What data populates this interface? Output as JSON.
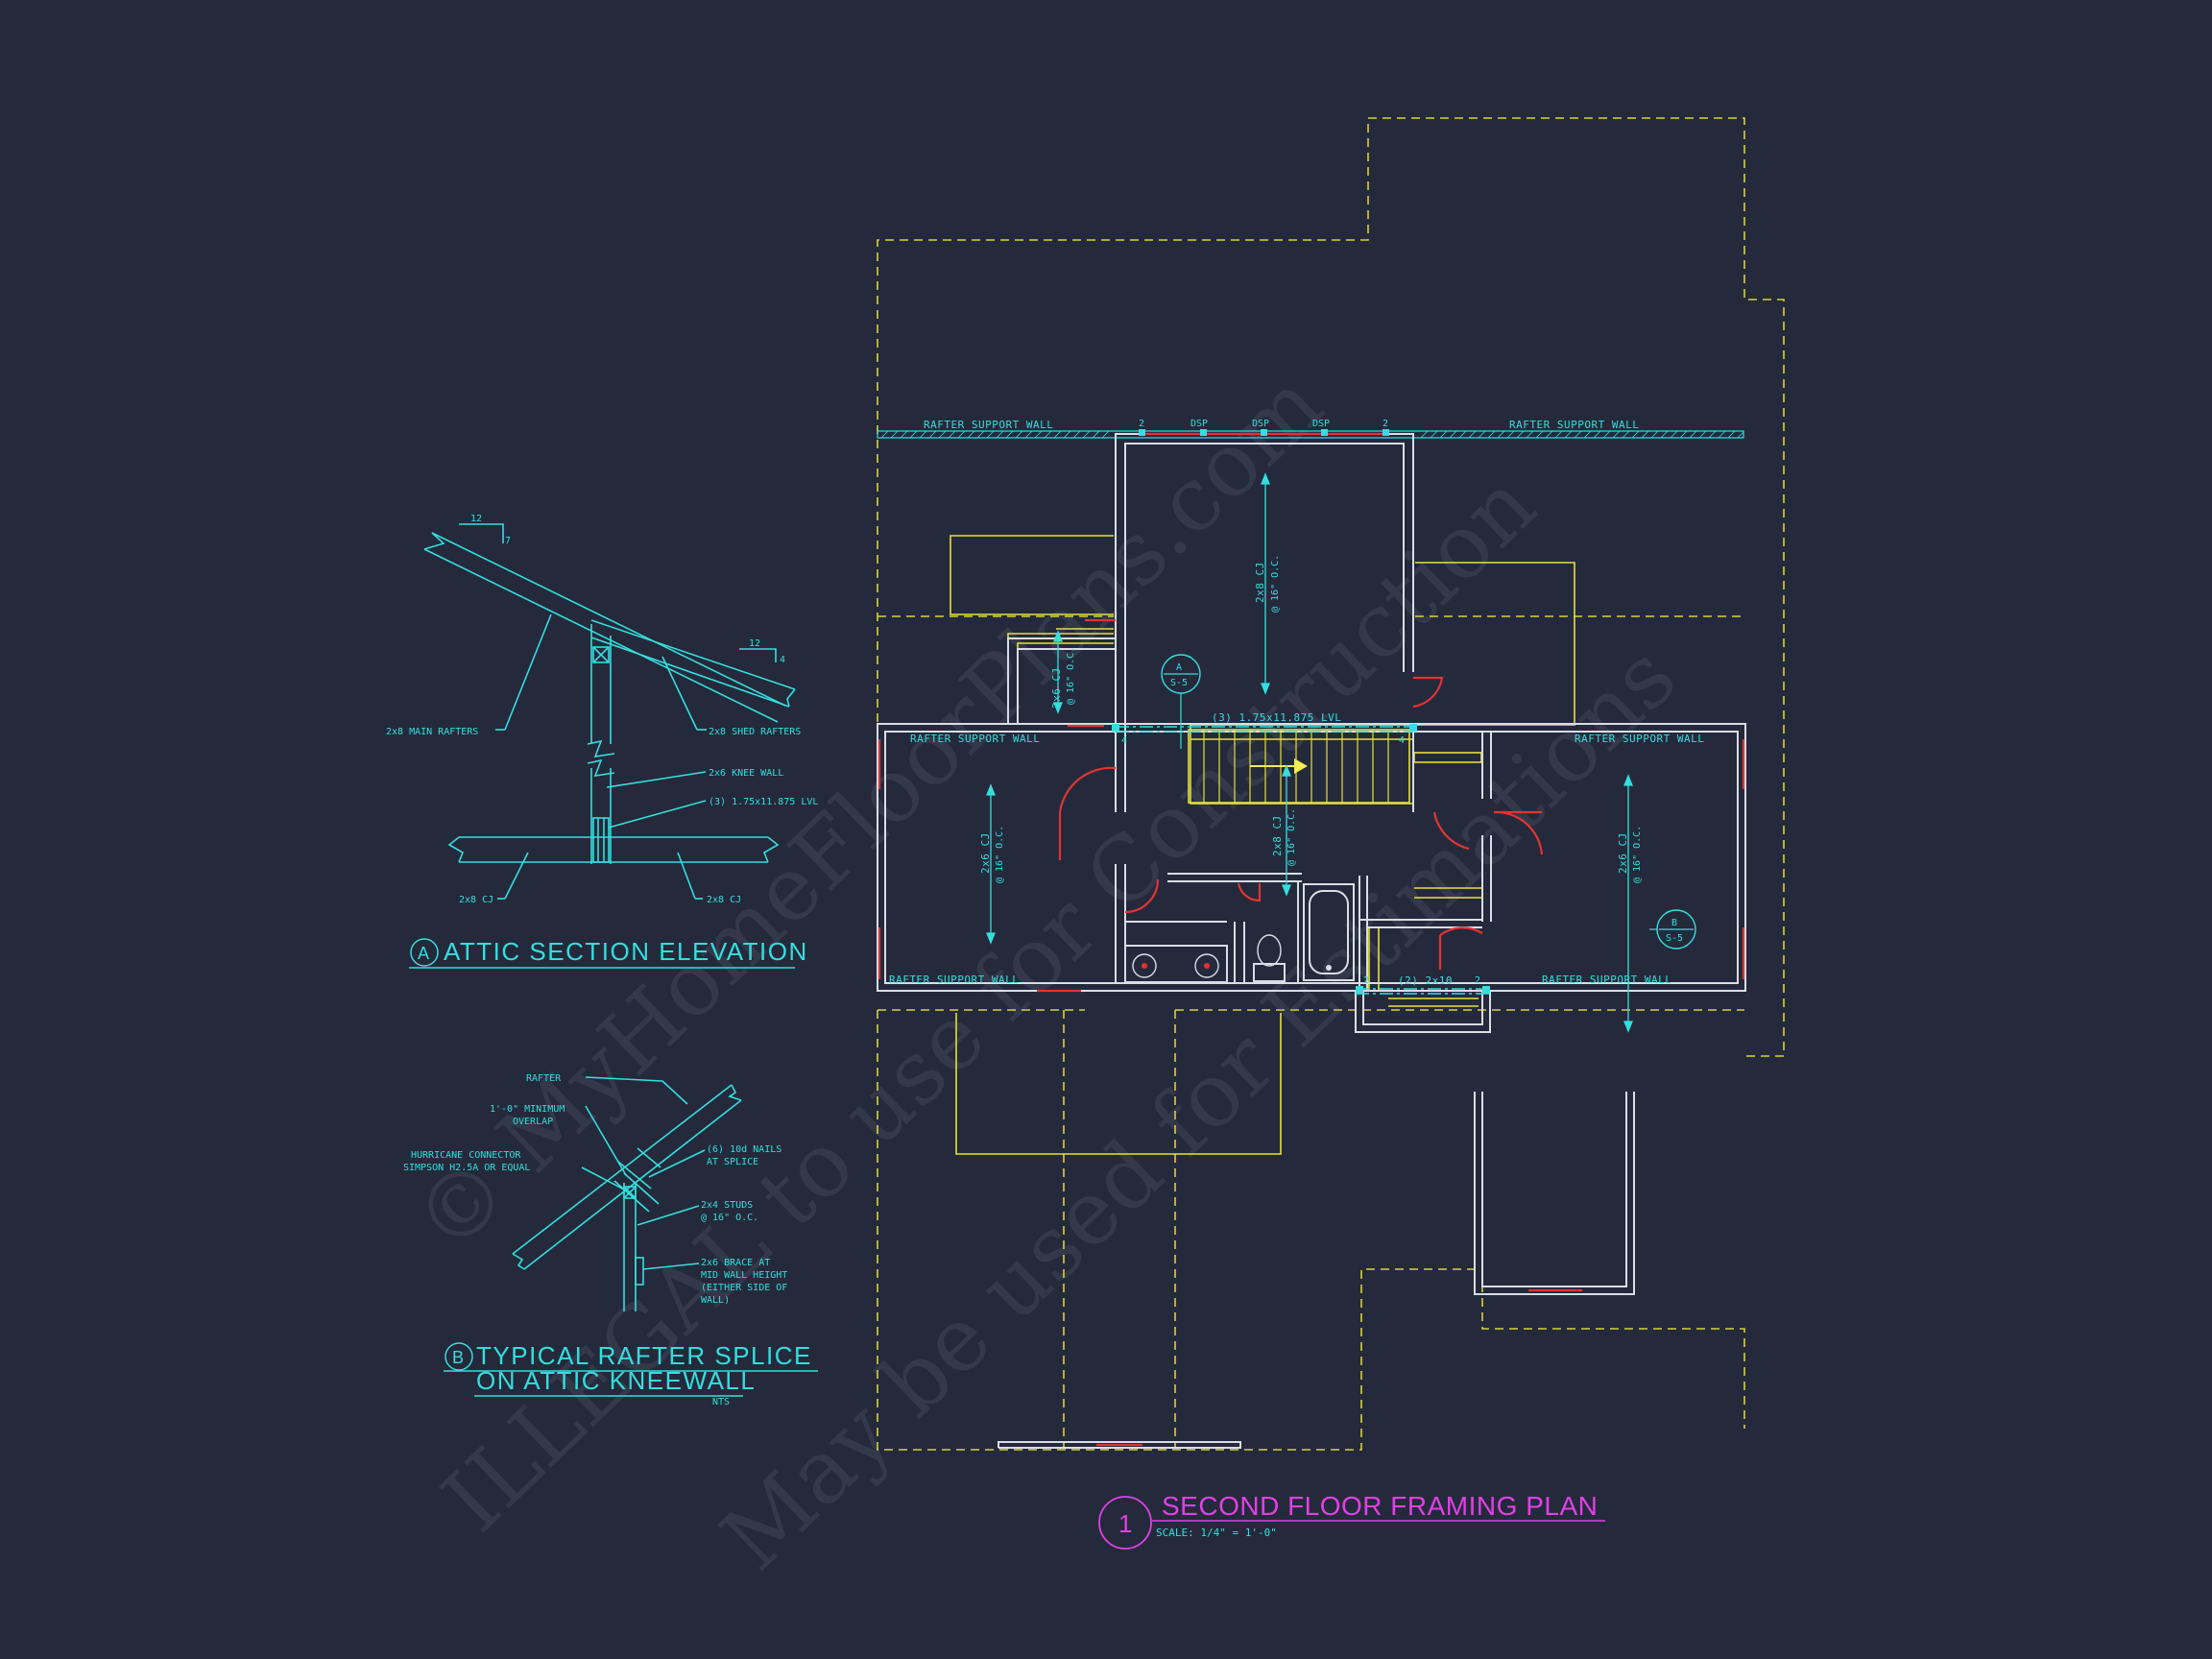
{
  "watermark": {
    "line1": "© MyHomeFloorPlans.com",
    "line2": "ILLEGAL to use for Construction",
    "line3": "May be used for Estimations"
  },
  "plan": {
    "number": "1",
    "title": "SECOND FLOOR FRAMING PLAN",
    "scale": "SCALE: 1/4\" = 1'-0\"",
    "labels": {
      "rsw_top_left": "RAFTER SUPPORT WALL",
      "rsw_top_right": "RAFTER SUPPORT WALL",
      "rsw_mid_left": "RAFTER SUPPORT WALL",
      "rsw_mid_right": "RAFTER SUPPORT WALL",
      "rsw_bot_left": "RAFTER SUPPORT WALL",
      "rsw_bot_right": "RAFTER SUPPORT WALL",
      "dsp": "DSP",
      "post2": "2",
      "post4": "4",
      "cj_2x8": "2x8 CJ",
      "cj_2x6": "2x6 CJ",
      "oc16": "@ 16\" O.C.",
      "lvl": "(3) 1.75x11.875 LVL",
      "header_2x10": "(2) 2x10",
      "tag_a_letter": "A",
      "tag_b_letter": "B",
      "tag_sheet": "S-5"
    }
  },
  "detail_a": {
    "marker": "A",
    "title": "ATTIC SECTION ELEVATION",
    "pitch_12": "12",
    "pitch_7": "7",
    "pitch_4": "4",
    "main_rafters": "2x8 MAIN RAFTERS",
    "shed_rafters": "2x8 SHED RAFTERS",
    "knee_wall": "2x6 KNEE WALL",
    "lvl": "(3) 1.75x11.875 LVL",
    "cj_left": "2x8 CJ",
    "cj_right": "2x8 CJ"
  },
  "detail_b": {
    "marker": "B",
    "title_line1": "TYPICAL RAFTER SPLICE",
    "title_line2": "ON ATTIC KNEEWALL",
    "nts": "NTS",
    "rafter": "RAFTER",
    "overlap_1": "1'-0\" MINIMUM",
    "overlap_2": "OVERLAP",
    "connector_1": "HURRICANE CONNECTOR",
    "connector_2": "SIMPSON H2.5A OR EQUAL",
    "nails_1": "(6) 10d NAILS",
    "nails_2": "AT SPLICE",
    "studs_1": "2x4 STUDS",
    "studs_2": "@ 16\" O.C.",
    "brace_1": "2x6 BRACE AT",
    "brace_2": "MID WALL HEIGHT",
    "brace_3": "(EITHER SIDE OF",
    "brace_4": "WALL)"
  },
  "colors": {
    "background": "#242a3b",
    "cyan": "#35dede",
    "magenta": "#e23fe6",
    "yellow": "#e6df3c",
    "red": "#e03434",
    "wall": "#d9dde6"
  }
}
